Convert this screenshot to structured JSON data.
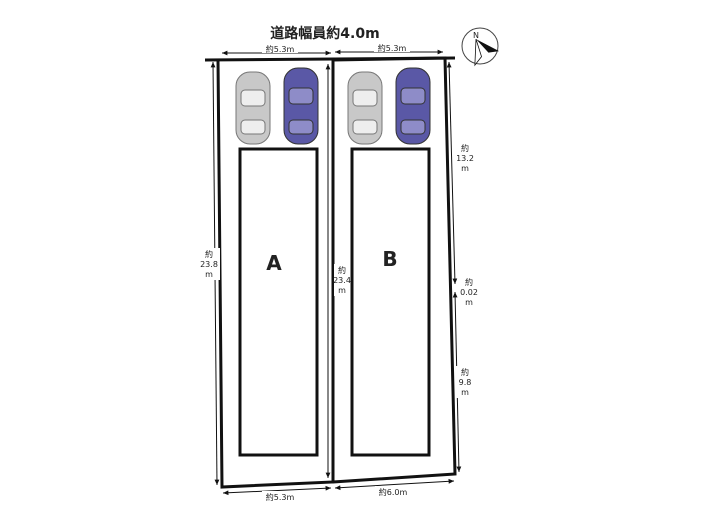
{
  "road_label": "道路幅員約4.0m",
  "lots": [
    {
      "name": "A"
    },
    {
      "name": "B"
    }
  ],
  "dimensions": {
    "top_left": "約5.3m",
    "top_right": "約5.3m",
    "bottom_left": "約5.3m",
    "bottom_right": "約6.0m",
    "left_side": [
      "約",
      "23.8",
      "m"
    ],
    "middle": [
      "約",
      "23.4",
      "m"
    ],
    "right_upper": [
      "約",
      "13.2",
      "m"
    ],
    "right_mid": [
      "約",
      "0.02",
      "m"
    ],
    "right_lower": [
      "約",
      "9.8",
      "m"
    ]
  },
  "compass_label": "N",
  "colors": {
    "line": "#111111",
    "car_silver": "#c8c8c8",
    "car_blue": "#5a58a6"
  }
}
